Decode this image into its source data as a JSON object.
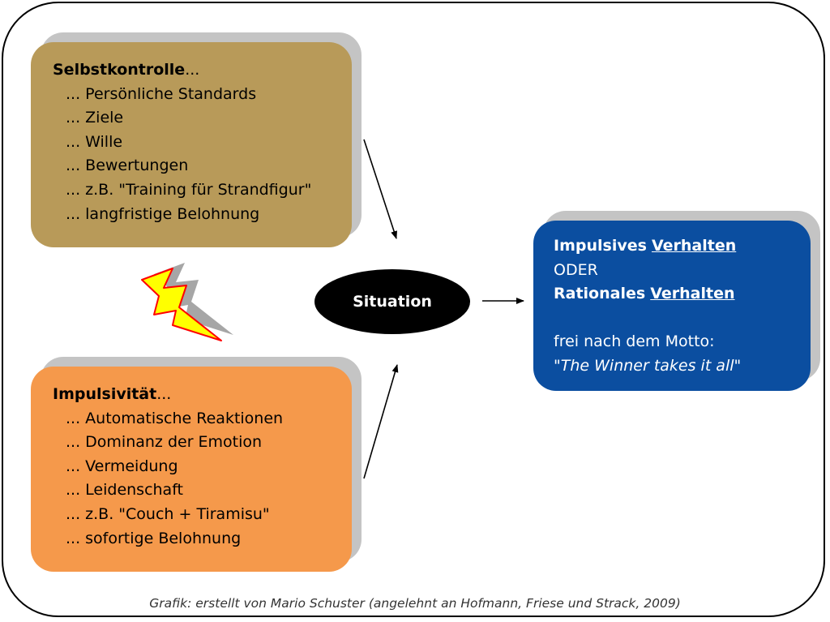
{
  "self_control": {
    "title_bold": "Selbstkontrolle",
    "title_suffix": "...",
    "items": [
      "... Persönliche Standards",
      "... Ziele",
      "... Wille",
      "... Bewertungen",
      "... z.B. \"Training für Strandfigur\"",
      "... langfristige Belohnung"
    ]
  },
  "impulsivity": {
    "title_bold": "Impulsivität",
    "title_suffix": "...",
    "items": [
      "... Automatische Reaktionen",
      "... Dominanz der Emotion",
      "... Vermeidung",
      "... Leidenschaft",
      "... z.B. \"Couch + Tiramisu\"",
      "... sofortige Belohnung"
    ]
  },
  "situation": {
    "label": "Situation"
  },
  "outcome": {
    "line1_bold": "Impulsives",
    "line1_underlined": "Verhalten",
    "line2": "ODER",
    "line3_bold": "Rationales",
    "line3_underlined": "Verhalten",
    "line4": "frei nach dem Motto:",
    "quote_open": "\"",
    "quote_italic": "The Winner takes it all",
    "quote_close": "\""
  },
  "caption": "Grafik: erstellt von Mario Schuster (angelehnt an Hofmann, Friese und Strack, 2009)",
  "colors": {
    "self_control_box": "#b89a59",
    "impulsivity_box": "#f5994b",
    "outcome_box": "#0b4ea0",
    "situation": "#000000",
    "lightning_fill": "#ffff00",
    "lightning_stroke": "#ff0000"
  },
  "icons": [
    "lightning-icon"
  ]
}
